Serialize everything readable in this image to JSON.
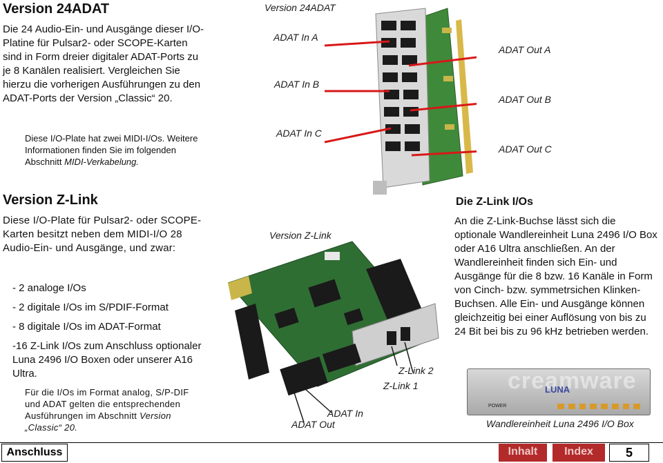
{
  "top": {
    "title": "Version 24ADAT",
    "para1": "Die 24 Audio-Ein- und Ausgänge dieser I/O-Platine für Pulsar2- oder SCOPE-Karten sind in Form dreier digitaler ADAT-Ports zu je 8 Kanälen realisiert. Vergleichen Sie hierzu die vorherigen Ausführungen zu den ADAT-Ports der Version „Classic“ 20.",
    "para2": "Diese I/O-Plate hat zwei MIDI-I/Os. Weitere Informationen finden Sie im folgenden Abschnitt",
    "para2_link": "MIDI-Verkabelung.",
    "image_caption": "Version 24ADAT",
    "labels": {
      "in_a": "ADAT In A",
      "in_b": "ADAT In B",
      "in_c": "ADAT In C",
      "out_a": "ADAT Out A",
      "out_b": "ADAT Out B",
      "out_c": "ADAT Out C"
    }
  },
  "zlink": {
    "title": "Version Z-Link",
    "intro": "Diese I/O-Plate für Pulsar2- oder SCOPE-Karten besitzt neben dem MIDI-I/O 28 Audio-Ein- und Ausgänge, und zwar:",
    "items": [
      "- 2 analoge I/Os",
      "- 2 digitale I/Os im S/PDIF-Format",
      "- 8 digitale I/Os im ADAT-Format",
      "-16 Z-Link I/Os zum Anschluss optionaler Luna 2496 I/O Boxen oder unserer A16 Ultra."
    ],
    "note": "Für die I/Os im Format analog, S/P-DIF und ADAT gelten die entsprechenden Ausführungen im Abschnitt",
    "note_link": "Version „Classic“ 20.",
    "image_caption": "Version Z-Link",
    "labels": {
      "zlink2": "Z-Link 2",
      "zlink1": "Z-Link 1",
      "adat_in": "ADAT  In",
      "adat_out": "ADAT Out"
    }
  },
  "zlink_io": {
    "title": "Die Z-Link I/Os",
    "text": "An die Z-Link-Buchse lässt sich die optionale Wandlereinheit Luna 2496 I/O Box oder A16 Ultra anschließen. An der Wandlereinheit finden sich Ein- und Ausgänge für die 8 bzw. 16 Kanäle in Form von Cinch- bzw. symmetrsichen Klinken-Buchsen. Alle Ein- und Ausgänge können gleichzeitig bei einer Auflösung von bis zu 24 Bit bei bis zu 96 kHz betrieben werden.",
    "image_caption": "Wandlereinheit Luna 2496 I/O Box",
    "device_brand": "creamware",
    "device_logo": "LUNA",
    "device_power": "POWER"
  },
  "footer": {
    "section": "Anschluss",
    "inhalt": "Inhalt",
    "index": "Index",
    "page": "5"
  },
  "colors": {
    "accent": "#b32a2a",
    "pcb_green": "#3f8a3a",
    "pointer": "#d81818"
  }
}
